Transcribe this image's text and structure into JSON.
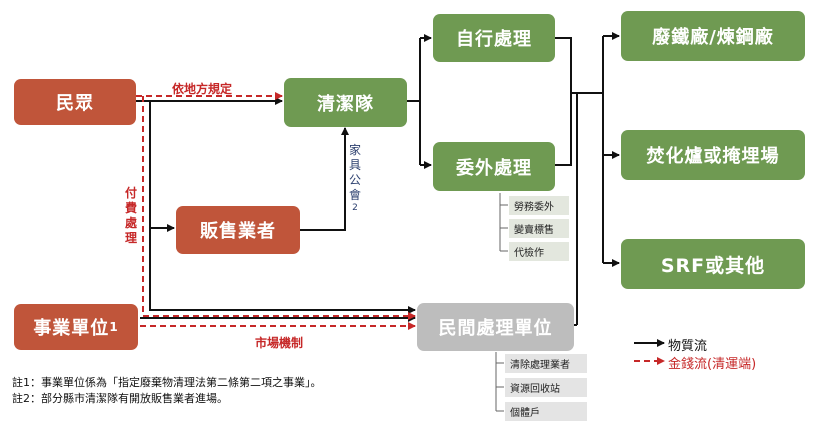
{
  "nodes": {
    "public": "民眾",
    "cleaning_team": "清潔隊",
    "vendor": "販售業者",
    "business": "事業單位",
    "business_sup": "1",
    "self_process": "自行處理",
    "outsource": "委外處理",
    "private_unit": "民間處理單位",
    "scrap": "廢鐵廠/煉鋼廠",
    "incinerator": "焚化爐或掩埋場",
    "srf": "SRF或其他"
  },
  "sub_items": {
    "outsource": [
      "勞務委外",
      "變賣標售",
      "代檢作"
    ],
    "private": [
      "清除處理業者",
      "資源回收站",
      "個體戶"
    ]
  },
  "labels": {
    "local_rule": "依地方規定",
    "market": "市場機制",
    "pay": "付費處理",
    "furniture": "家具公會",
    "furniture_sup": "2"
  },
  "legend": {
    "material": "物質流",
    "money": "金錢流(清運端)"
  },
  "notes": {
    "note1": "註1：事業單位係為「指定廢棄物清理法第二條第二項之事業」。",
    "note2": "註2：部分縣市清潔隊有開放販售業者進場。"
  },
  "colors": {
    "orange": "#c0553a",
    "green": "#6f9a52",
    "gray": "#bdbdbd",
    "money_red": "#c62828"
  }
}
